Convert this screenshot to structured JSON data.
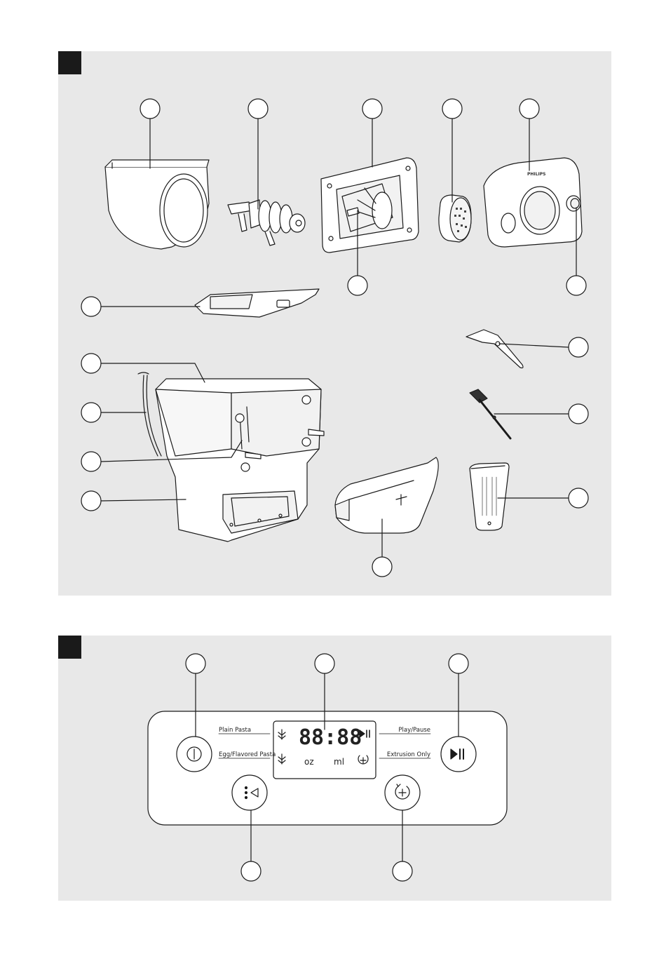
{
  "figure_a": {},
  "figure_b": {
    "display": {
      "digits": "88:88",
      "unit_oz": "oz",
      "unit_ml": "ml"
    },
    "labels": {
      "plain_pasta": "Plain Pasta",
      "egg_flavored_pasta": "Egg/Flavored Pasta",
      "play_pause": "Play/Pause",
      "extrusion_only": "Extrusion Only"
    }
  },
  "brand": "PHILIPS",
  "colors": {
    "panel": "#e8e8e8",
    "line": "#1a1a1a",
    "part_fill": "#ffffff"
  }
}
